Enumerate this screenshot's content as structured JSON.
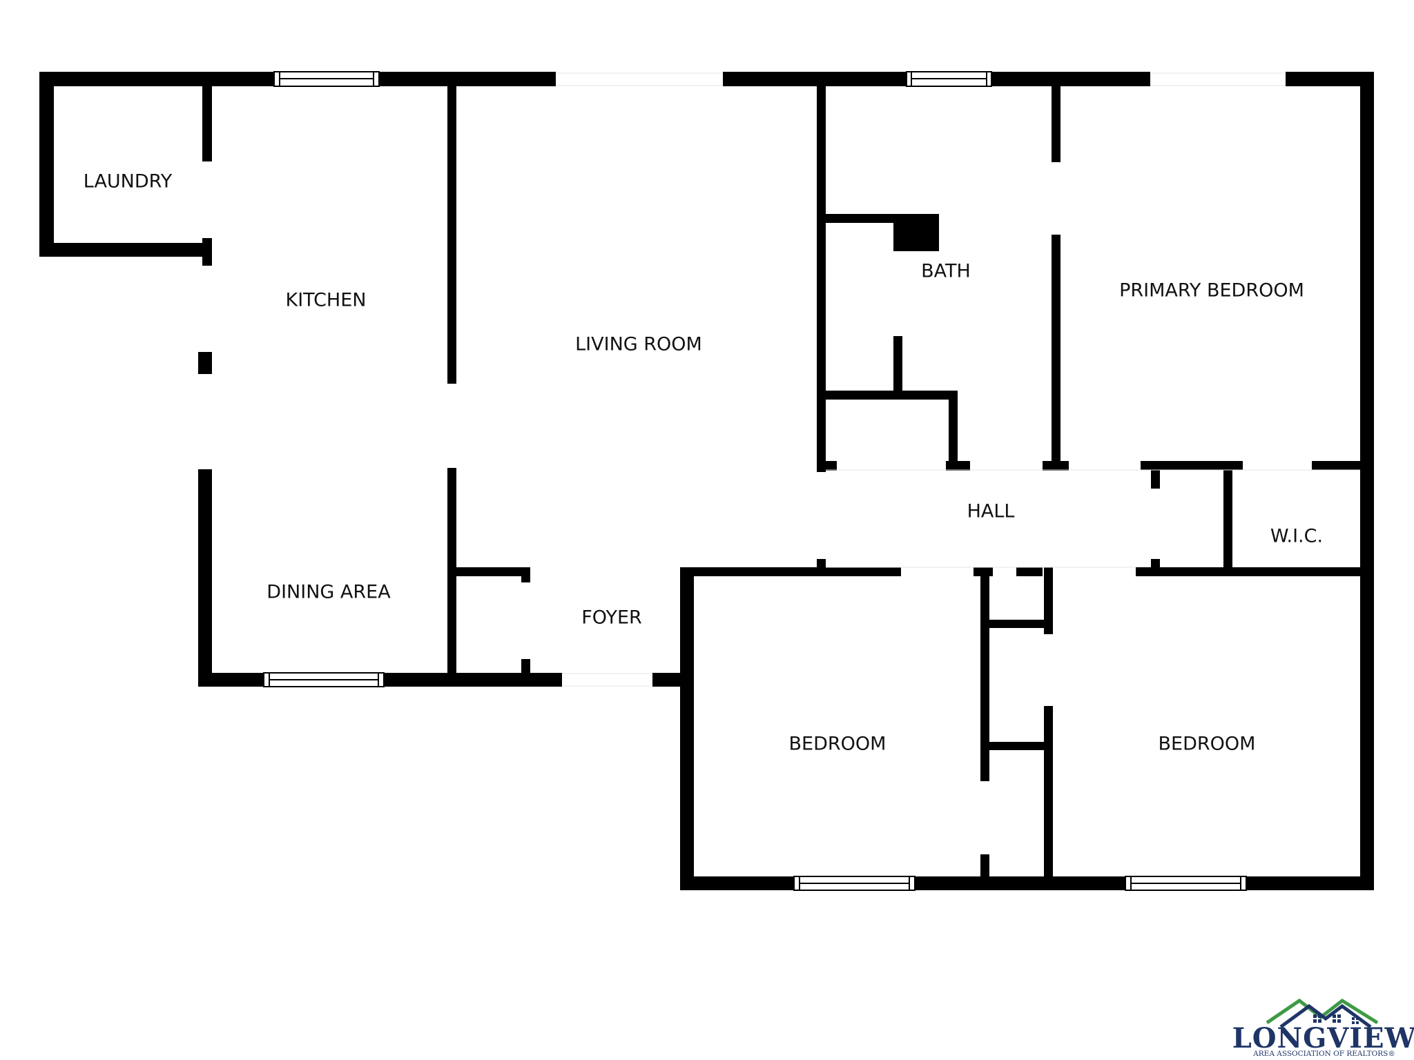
{
  "rooms": {
    "laundry": "LAUNDRY",
    "kitchen": "KITCHEN",
    "dining_area": "DINING AREA",
    "living_room": "LIVING ROOM",
    "foyer": "FOYER",
    "bath": "BATH",
    "primary_bedroom": "PRIMARY BEDROOM",
    "hall": "HALL",
    "wic": "W.I.C.",
    "bedroom_left": "BEDROOM",
    "bedroom_right": "BEDROOM"
  },
  "logo": {
    "name": "LONGVIEW",
    "tagline": "AREA ASSOCIATION OF REALTORS®",
    "colors": {
      "navy": "#1f3566",
      "green": "#3f9a45"
    }
  },
  "colors": {
    "wall": "#000000",
    "background": "#ffffff"
  }
}
